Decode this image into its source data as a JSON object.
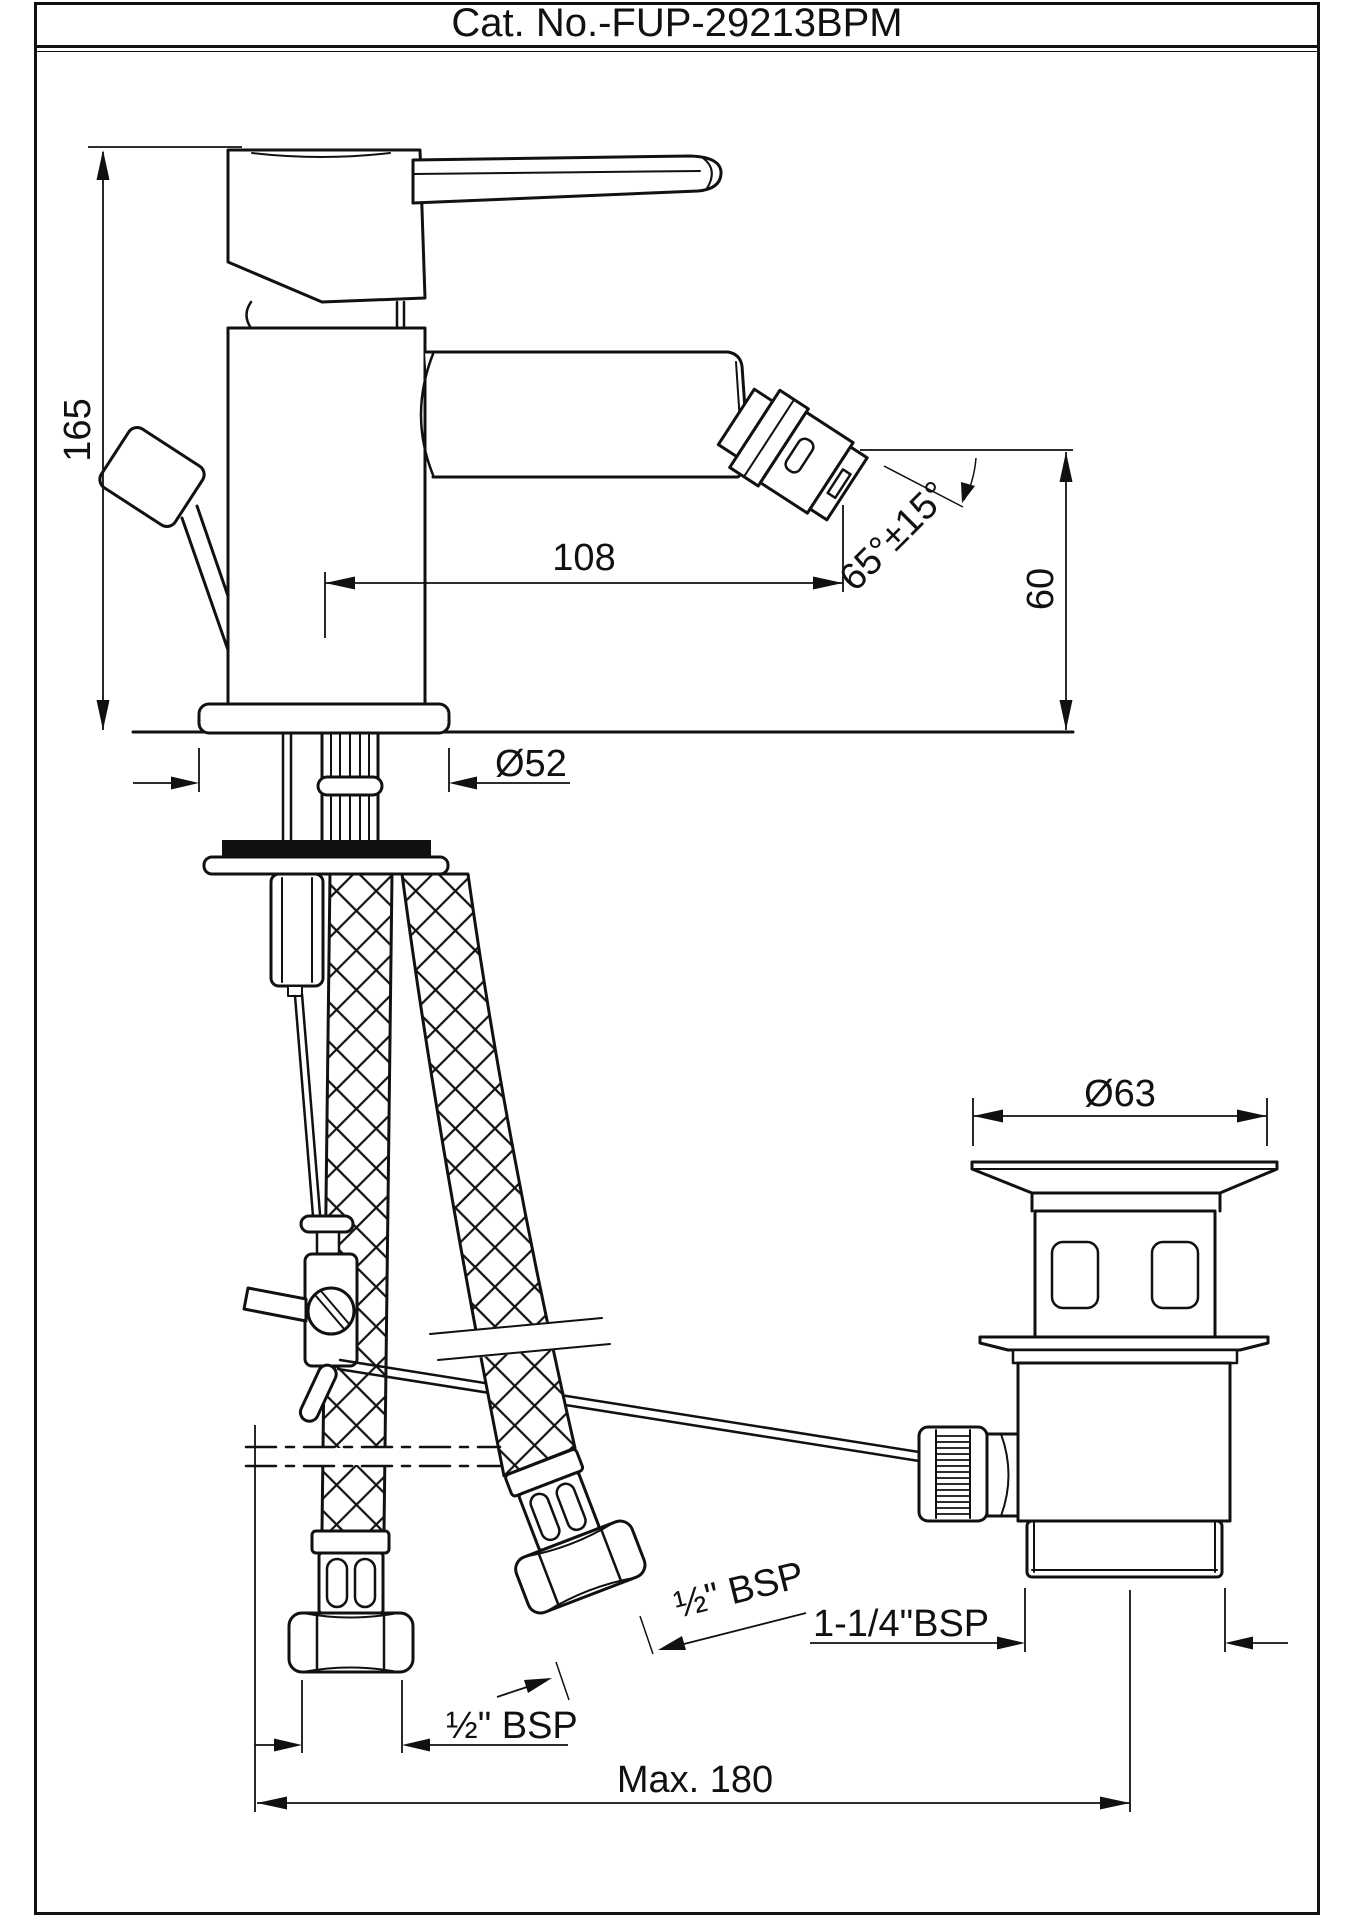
{
  "page": {
    "title": "Cat. No.-FUP-29213BPM"
  },
  "drawing": {
    "type": "technical-dimension-drawing",
    "subject": "single-lever bidet mixer with braided supply hoses and pop-up waste",
    "line_color": "#111111",
    "background": "#ffffff",
    "dims": {
      "overall_height": "165",
      "spout_reach": "108",
      "spout_angle": "65°±15°",
      "aerator_height": "60",
      "base_diameter": "Ø52",
      "waste_flange_diameter": "Ø63",
      "hose_thread_left": "½\" BSP",
      "hose_thread_right": "½\" BSP",
      "waste_outlet_thread": "1-1/4\"BSP",
      "max_hose_reach": "Max. 180"
    }
  }
}
